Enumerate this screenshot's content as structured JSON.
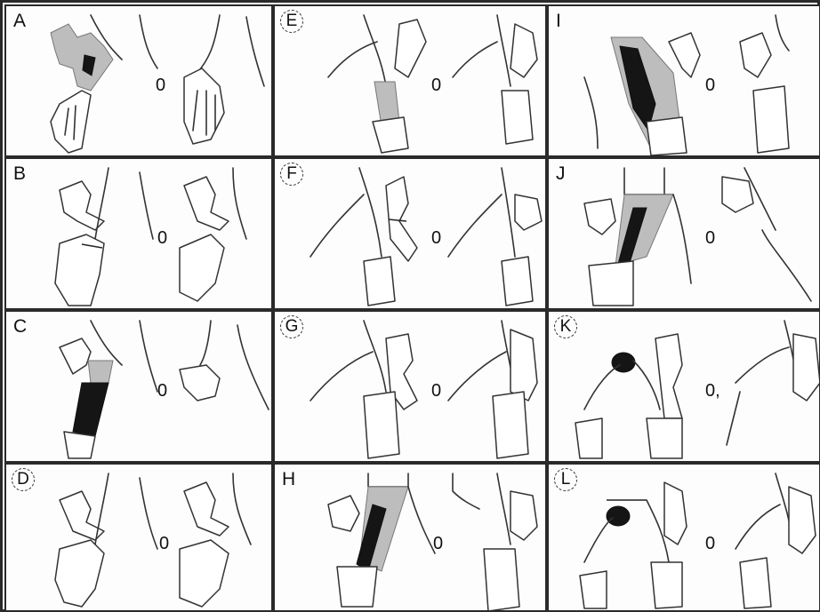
{
  "panels": [
    {
      "id": "A",
      "label": "A",
      "circled": false
    },
    {
      "id": "B",
      "label": "B",
      "circled": false
    },
    {
      "id": "C",
      "label": "C",
      "circled": false
    },
    {
      "id": "D",
      "label": "D",
      "circled": true
    },
    {
      "id": "E",
      "label": "E",
      "circled": true
    },
    {
      "id": "F",
      "label": "F",
      "circled": true
    },
    {
      "id": "G",
      "label": "G",
      "circled": true
    },
    {
      "id": "H",
      "label": "H",
      "circled": false
    },
    {
      "id": "I",
      "label": "I",
      "circled": false
    },
    {
      "id": "J",
      "label": "J",
      "circled": false
    },
    {
      "id": "K",
      "label": "K",
      "circled": true
    },
    {
      "id": "L",
      "label": "L",
      "circled": true
    }
  ],
  "colors": {
    "shaded": "#bdbdbd",
    "lesion": "#151515",
    "outline": "#333333"
  }
}
